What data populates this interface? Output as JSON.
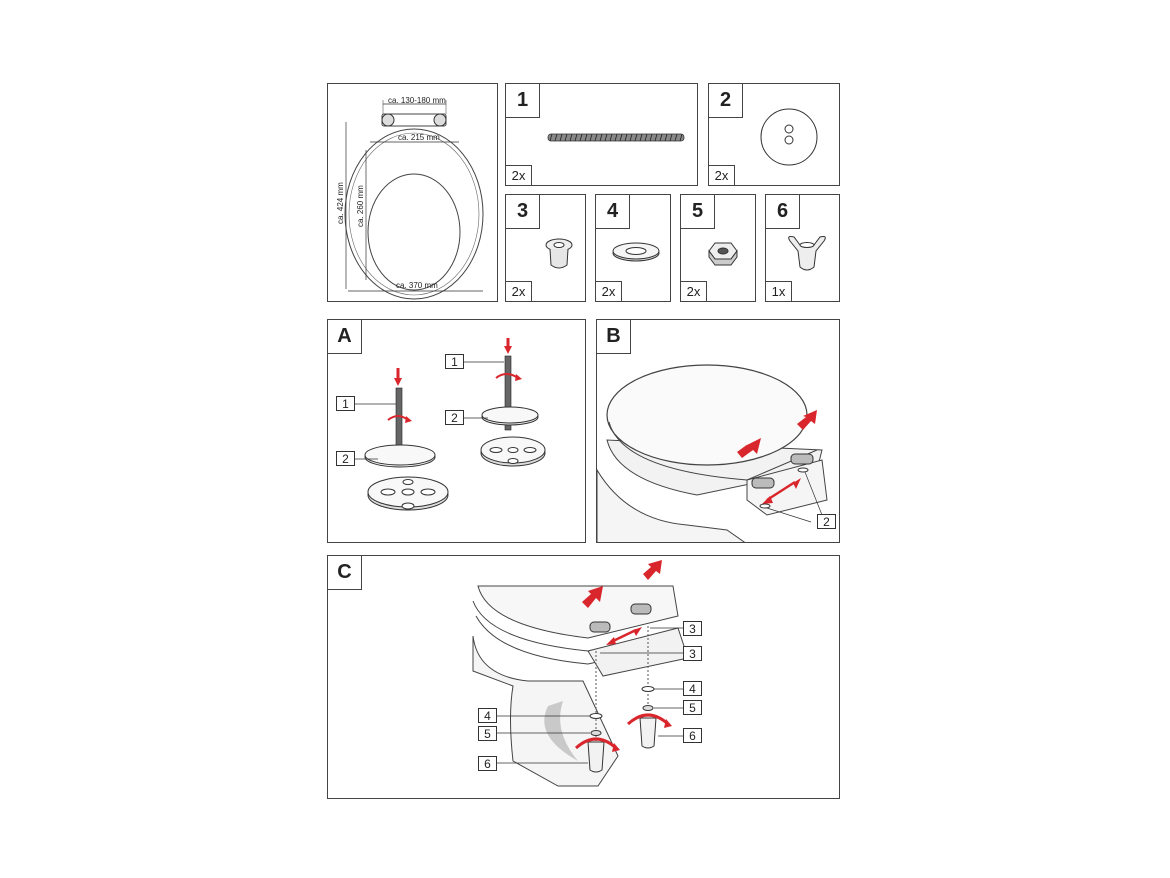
{
  "overview": {
    "dim_hinge_spacing": "ca. 130-180 mm",
    "dim_inner_width": "ca. 215 mm",
    "dim_outer_width": "ca. 370 mm",
    "dim_total_length": "ca. 424 mm",
    "dim_inner_length": "ca. 260 mm"
  },
  "parts": [
    {
      "number": "1",
      "qty": "2x",
      "icon": "threaded-rod-icon"
    },
    {
      "number": "2",
      "qty": "2x",
      "icon": "base-plate-icon"
    },
    {
      "number": "3",
      "qty": "2x",
      "icon": "sleeve-insert-icon"
    },
    {
      "number": "4",
      "qty": "2x",
      "icon": "washer-icon"
    },
    {
      "number": "5",
      "qty": "2x",
      "icon": "hex-nut-icon"
    },
    {
      "number": "6",
      "qty": "1x",
      "icon": "wing-tool-icon"
    }
  ],
  "steps": [
    {
      "letter": "A",
      "callouts": [
        "1",
        "2",
        "1",
        "2"
      ]
    },
    {
      "letter": "B",
      "callouts": [
        "2"
      ]
    },
    {
      "letter": "C",
      "callouts": [
        "3",
        "3",
        "4",
        "5",
        "6",
        "4",
        "5",
        "6"
      ]
    }
  ],
  "colors": {
    "arrow_red": "#d9262c",
    "line": "#444444",
    "fill_gray": "#f2f2f2"
  }
}
